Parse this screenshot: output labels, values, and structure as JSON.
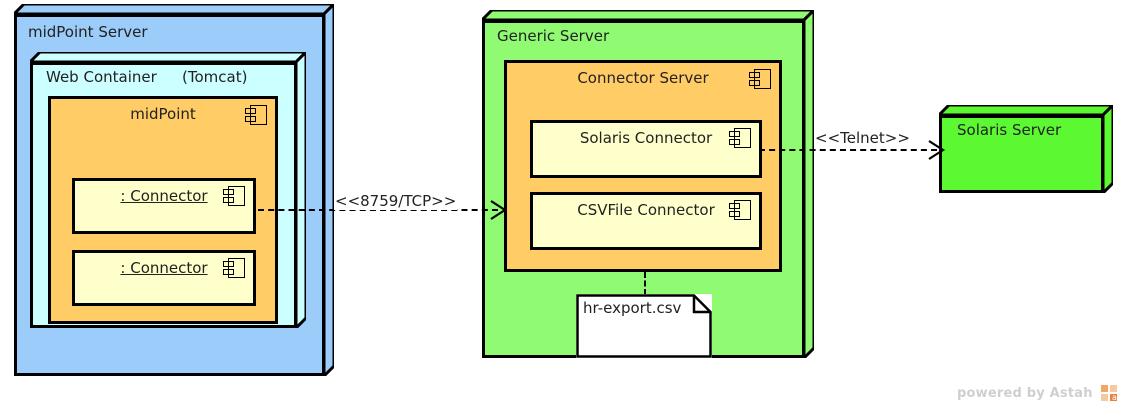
{
  "diagram": {
    "type": "uml-deployment-diagram",
    "colors": {
      "node_blue": "#9BCCFA",
      "node_cyan": "#CCFFFF",
      "node_green": "#90FA72",
      "node_green_bright": "#5CF832",
      "component_orange": "#FFCC66",
      "component_pale_yellow": "#FFFFCC",
      "outline": "#000000",
      "note_white": "#FFFFFF",
      "watermark": "#CFCFCF"
    }
  },
  "nodes": {
    "midpoint_server": {
      "label": "midPoint Server",
      "fill": "#9BCCFA"
    },
    "web_container": {
      "label": "Web Container",
      "label_secondary": "(Tomcat)",
      "fill": "#CCFFFF"
    },
    "generic_server": {
      "label": "Generic Server",
      "fill": "#90FA72"
    },
    "solaris_server": {
      "label": "Solaris Server",
      "fill": "#5CF832"
    }
  },
  "components": {
    "midpoint": {
      "label": "midPoint",
      "fill": "#FFCC66",
      "underlined": false,
      "icon": "component-icon"
    },
    "connector_1": {
      "label": ": Connector",
      "fill": "#FFFFCC",
      "underlined": true,
      "icon": "component-icon"
    },
    "connector_2": {
      "label": ": Connector",
      "fill": "#FFFFCC",
      "underlined": true,
      "icon": "component-icon"
    },
    "connector_server": {
      "label": "Connector Server",
      "fill": "#FFCC66",
      "underlined": false,
      "icon": "component-icon"
    },
    "solaris_connector": {
      "label": "Solaris Connector",
      "fill": "#FFFFCC",
      "underlined": false,
      "icon": "component-icon"
    },
    "csvfile_connector": {
      "label": "CSVFile Connector",
      "fill": "#FFFFCC",
      "underlined": false,
      "icon": "component-icon"
    }
  },
  "artifacts": {
    "hr_export": {
      "label": "hr-export.csv"
    }
  },
  "connections": {
    "tcp_link": {
      "label": "<<8759/TCP>>",
      "style": "dashed",
      "arrow": "open",
      "from": "connector_1",
      "to": "generic_server"
    },
    "telnet_link": {
      "label": "<<Telnet>>",
      "style": "dashed",
      "arrow": "open",
      "from": "solaris_connector",
      "to": "solaris_server"
    },
    "csv_link": {
      "label": "",
      "style": "dashed",
      "arrow": "none",
      "from": "csvfile_connector",
      "to": "hr_export"
    }
  },
  "footer": {
    "watermark": "powered by Astah"
  }
}
